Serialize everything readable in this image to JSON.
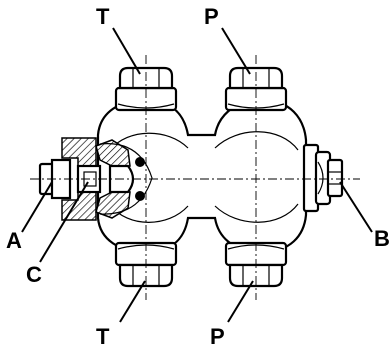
{
  "labels": {
    "top_left": "T",
    "top_right": "P",
    "bottom_left": "T",
    "bottom_right": "P",
    "left_a": "A",
    "left_c": "C",
    "right_b": "B"
  }
}
